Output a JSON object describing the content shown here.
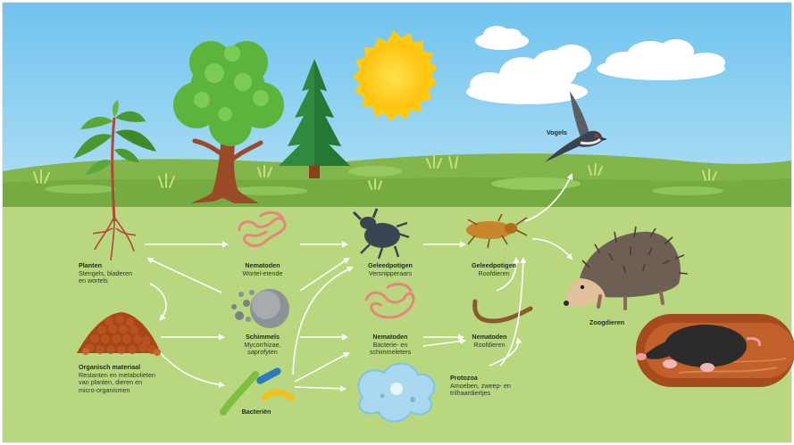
{
  "nodes": {
    "planten": {
      "title": "Planten",
      "desc": "Stengels, bladeren\nen wortels"
    },
    "organisch": {
      "title": "Organisch materiaal",
      "desc": "Restanten en metabolieten\nvan planten, dieren en\nmicro-organismen"
    },
    "nematoden_wortel": {
      "title": "Nematoden",
      "desc": "Wortel-etende"
    },
    "schimmels": {
      "title": "Schimmels",
      "desc": "Mycorrhizae,\nsaprofyten"
    },
    "bacterien": {
      "title": "Bacteriën",
      "desc": ""
    },
    "geleedpotigen_vers": {
      "title": "Geleedpotigen",
      "desc": "Versnipperaars"
    },
    "nematoden_bact": {
      "title": "Nematoden",
      "desc": "Bacterie- en\nschimmeleters"
    },
    "protozoa": {
      "title": "Protozoa",
      "desc": "Amoeben, zweep- en\ntrilhaardiertjes"
    },
    "geleedpotigen_roof": {
      "title": "Geleedpotigen",
      "desc": "Roofdieren"
    },
    "nematoden_roof": {
      "title": "Nematoden",
      "desc": "Roofdieren"
    },
    "vogels": {
      "title": "Vogels",
      "desc": ""
    },
    "zoogdieren": {
      "title": "Zoogdieren",
      "desc": ""
    }
  },
  "colors": {
    "sky": "#86cdf0",
    "ground": "#b9d77e",
    "hills": "#7fb24a",
    "arrow": "#ffffff",
    "sun": "#ffd21f",
    "worm_pink": "#e9847a",
    "soil": "#b7531f"
  }
}
